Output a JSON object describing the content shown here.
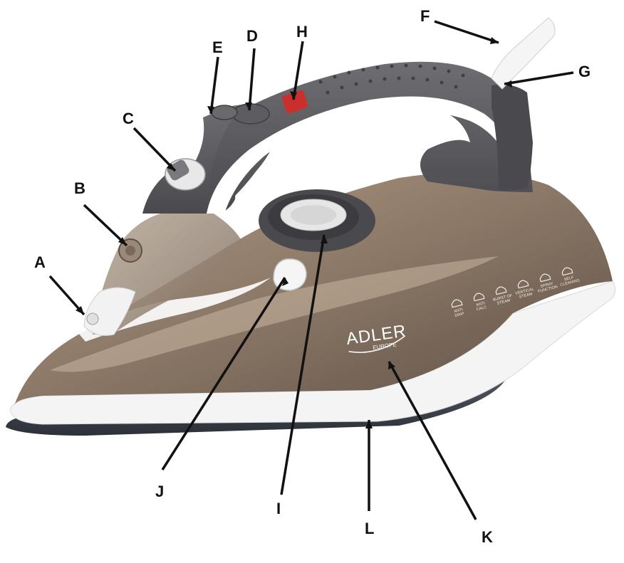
{
  "brand": {
    "name": "ADLER",
    "sub": "EUROPE"
  },
  "features": [
    {
      "id": "anti-drip",
      "line1": "ANTI",
      "line2": "DRIP"
    },
    {
      "id": "anti-calc",
      "line1": "ANTI",
      "line2": "CALC"
    },
    {
      "id": "burst-steam",
      "line1": "BURST OF",
      "line2": "STEAM"
    },
    {
      "id": "vertical-steam",
      "line1": "VERTICAL",
      "line2": "STEAM"
    },
    {
      "id": "spray-function",
      "line1": "SPRAY",
      "line2": "FUNCTION"
    },
    {
      "id": "self-cleaning",
      "line1": "SELF",
      "line2": "CLEANING"
    }
  ],
  "callouts": [
    {
      "id": "A",
      "label": "A"
    },
    {
      "id": "B",
      "label": "B"
    },
    {
      "id": "C",
      "label": "C"
    },
    {
      "id": "D",
      "label": "D"
    },
    {
      "id": "E",
      "label": "E"
    },
    {
      "id": "F",
      "label": "F"
    },
    {
      "id": "G",
      "label": "G"
    },
    {
      "id": "H",
      "label": "H"
    },
    {
      "id": "I",
      "label": "I"
    },
    {
      "id": "J",
      "label": "J"
    },
    {
      "id": "K",
      "label": "K"
    },
    {
      "id": "L",
      "label": "L"
    }
  ],
  "colors": {
    "body": "#8a7766",
    "body_dark": "#5e5046",
    "handle": "#5a5a5e",
    "white_trim": "#ffffff",
    "soleplate": "#3b3f48",
    "indicator": "#c9302c",
    "line": "#111111"
  }
}
